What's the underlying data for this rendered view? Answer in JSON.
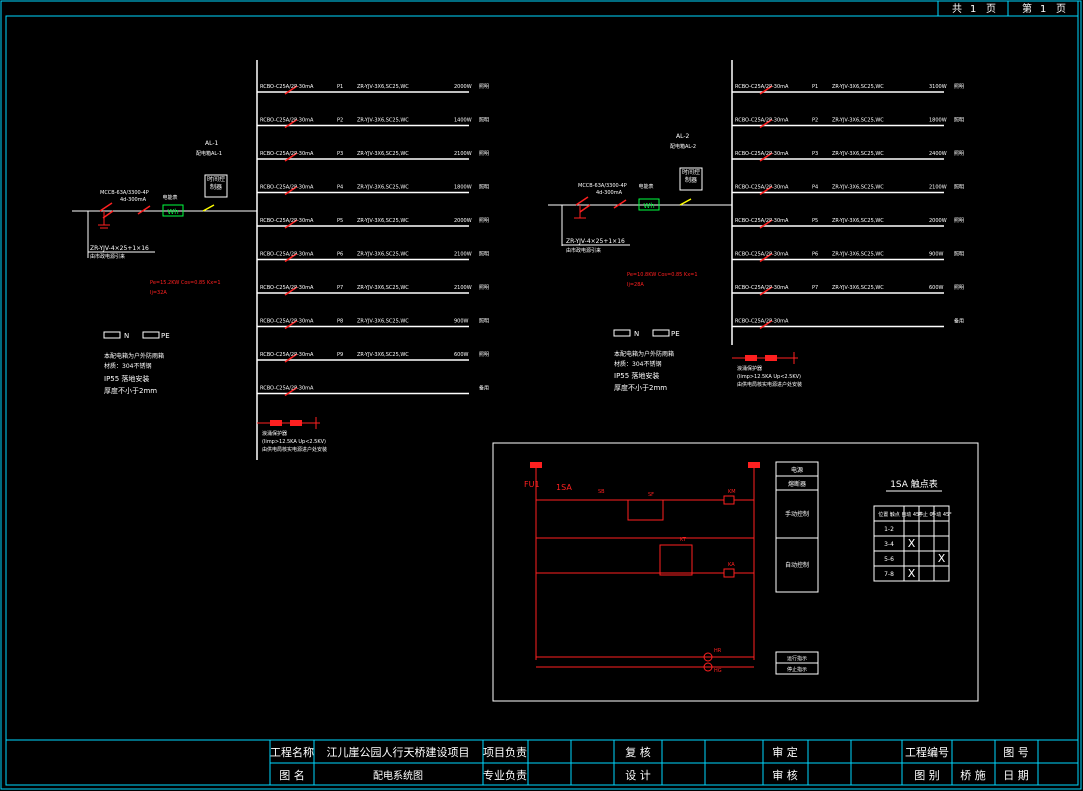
{
  "page_counter": {
    "total_prefix": "共",
    "total_value": "1",
    "total_suffix": "页",
    "current_prefix": "第",
    "current_value": "1",
    "current_suffix": "页"
  },
  "panel1": {
    "cabinet_id": "AL-1",
    "cabinet_desc": "配电箱AL-1",
    "main_breaker": "MCCB-63A/3300-4P",
    "main_rcd": "4d-300mA",
    "meter_label": "Wh",
    "meter_title": "电能表",
    "timer_label": "时间控制器",
    "incoming_cable": "ZR-YJV-4×25+1×16",
    "incoming_note": "由市政电源引来",
    "load_info": "Pe=15.2KW Cos=0.85 Kx=1",
    "load_current": "Ij=32A",
    "n_label": "N",
    "pe_label": "PE",
    "spd_label": "浪涌保护器",
    "spd_spec": "(Iimp>12.5KA Up<2.5KV)",
    "spd_note": "由供电局核实电源进户处安装",
    "notes": [
      "本配电箱为户外防雨箱",
      "材质：304不锈钢",
      "IP55 落地安装",
      "厚度不小于2mm"
    ],
    "circuits": [
      {
        "breaker": "RCBO-C25A/2P-30mA",
        "no": "P1",
        "cable": "ZR-YJV-3X6,SC25,WC",
        "power": "2000W",
        "use": "照明"
      },
      {
        "breaker": "RCBO-C25A/2P-30mA",
        "no": "P2",
        "cable": "ZR-YJV-3X6,SC25,WC",
        "power": "1400W",
        "use": "照明"
      },
      {
        "breaker": "RCBO-C25A/2P-30mA",
        "no": "P3",
        "cable": "ZR-YJV-3X6,SC25,WC",
        "power": "2100W",
        "use": "照明"
      },
      {
        "breaker": "RCBO-C25A/2P-30mA",
        "no": "P4",
        "cable": "ZR-YJV-3X6,SC25,WC",
        "power": "1800W",
        "use": "照明"
      },
      {
        "breaker": "RCBO-C25A/2P-30mA",
        "no": "P5",
        "cable": "ZR-YJV-3X6,SC25,WC",
        "power": "2000W",
        "use": "照明"
      },
      {
        "breaker": "RCBO-C25A/2P-30mA",
        "no": "P6",
        "cable": "ZR-YJV-3X6,SC25,WC",
        "power": "2100W",
        "use": "照明"
      },
      {
        "breaker": "RCBO-C25A/2P-30mA",
        "no": "P7",
        "cable": "ZR-YJV-3X6,SC25,WC",
        "power": "2100W",
        "use": "照明"
      },
      {
        "breaker": "RCBO-C25A/2P-30mA",
        "no": "P8",
        "cable": "ZR-YJV-3X6,SC25,WC",
        "power": "900W",
        "use": "照明"
      },
      {
        "breaker": "RCBO-C25A/2P-30mA",
        "no": "P9",
        "cable": "ZR-YJV-3X6,SC25,WC",
        "power": "600W",
        "use": "照明"
      },
      {
        "breaker": "RCBO-C25A/2P-30mA",
        "no": "",
        "cable": "",
        "power": "",
        "use": "备用"
      }
    ]
  },
  "panel2": {
    "cabinet_id": "AL-2",
    "cabinet_desc": "配电箱AL-2",
    "main_breaker": "MCCB-63A/3300-4P",
    "main_rcd": "4d-300mA",
    "meter_label": "Wh",
    "meter_title": "电能表",
    "timer_label": "时间控制器",
    "incoming_cable": "ZR-YJV-4×25+1×16",
    "incoming_note": "由市政电源引来",
    "load_info": "Pe=10.8KW Cos=0.85 Kx=1",
    "load_current": "Ij=28A",
    "n_label": "N",
    "pe_label": "PE",
    "spd_label": "浪涌保护器",
    "spd_spec": "(Iimp>12.5KA Up<2.5KV)",
    "spd_note": "由供电局核实电源进户处安装",
    "notes": [
      "本配电箱为户外防雨箱",
      "材质：304不锈钢",
      "IP55 落地安装",
      "厚度不小于2mm"
    ],
    "circuits": [
      {
        "breaker": "RCBO-C25A/2P-30mA",
        "no": "P1",
        "cable": "ZR-YJV-3X6,SC25,WC",
        "power": "3100W",
        "use": "照明"
      },
      {
        "breaker": "RCBO-C25A/2P-30mA",
        "no": "P2",
        "cable": "ZR-YJV-3X6,SC25,WC",
        "power": "1800W",
        "use": "照明"
      },
      {
        "breaker": "RCBO-C25A/2P-30mA",
        "no": "P3",
        "cable": "ZR-YJV-3X6,SC25,WC",
        "power": "2400W",
        "use": "照明"
      },
      {
        "breaker": "RCBO-C25A/2P-30mA",
        "no": "P4",
        "cable": "ZR-YJV-3X6,SC25,WC",
        "power": "2100W",
        "use": "照明"
      },
      {
        "breaker": "RCBO-C25A/2P-30mA",
        "no": "P5",
        "cable": "ZR-YJV-3X6,SC25,WC",
        "power": "2000W",
        "use": "照明"
      },
      {
        "breaker": "RCBO-C25A/2P-30mA",
        "no": "P6",
        "cable": "ZR-YJV-3X6,SC25,WC",
        "power": "900W",
        "use": "照明"
      },
      {
        "breaker": "RCBO-C25A/2P-30mA",
        "no": "P7",
        "cable": "ZR-YJV-3X6,SC25,WC",
        "power": "600W",
        "use": "照明"
      },
      {
        "breaker": "RCBO-C25A/2P-30mA",
        "no": "",
        "cable": "",
        "power": "",
        "use": "备用"
      }
    ]
  },
  "control_circuit": {
    "fu_label": "FU1",
    "sa_label": "1SA",
    "sb_label": "SB",
    "sf_label": "SF",
    "km_label": "KM",
    "ka_label": "KA",
    "kt_label": "KT",
    "hr_label": "HR",
    "hg_label": "HG",
    "side_labels": [
      "电源",
      "熔断器",
      "手动控制",
      "自动控制",
      "运行指示",
      "停止指示"
    ],
    "contact_table": {
      "title": "1SA 触点表",
      "headers": [
        "位置 触点",
        "自动 45°",
        "停止 0°",
        "手动 45°"
      ],
      "rows": [
        {
          "contact": "1-2",
          "marks": [
            "",
            "",
            ""
          ]
        },
        {
          "contact": "3-4",
          "marks": [
            "X",
            "",
            ""
          ]
        },
        {
          "contact": "5-6",
          "marks": [
            "",
            "",
            "X"
          ]
        },
        {
          "contact": "7-8",
          "marks": [
            "X",
            "",
            ""
          ]
        }
      ]
    }
  },
  "title_block": {
    "project_label": "工程名称",
    "project_value": "江儿崖公园人行天桥建设项目",
    "drawing_label": "图 名",
    "drawing_value": "配电系统图",
    "project_lead": "项目负责",
    "discipline_lead": "专业负责",
    "review": "复 核",
    "design": "设 计",
    "approve": "审 定",
    "check": "审 核",
    "project_no": "工程编号",
    "drawing_class": "图 别",
    "drawing_class_value": "桥 施",
    "drawing_no": "图 号",
    "date": "日 期"
  }
}
